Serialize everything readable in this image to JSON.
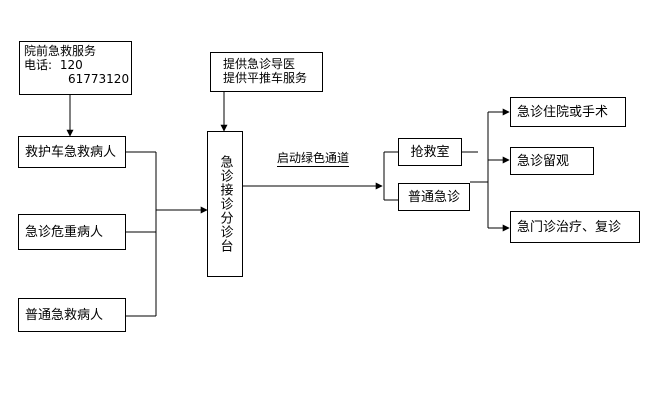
{
  "diagram": {
    "prehospital": {
      "title": "院前急救服务",
      "phone_label": "电话:",
      "phone_1": "120",
      "phone_2": "61773120"
    },
    "guide_service": {
      "line_1": "提供急诊导医",
      "line_2": "提供平推车服务"
    },
    "sources": [
      "救护车急救病人",
      "急诊危重病人",
      "普通急救病人"
    ],
    "triage_desk": "急诊接诊分诊台",
    "green_channel": "启动绿色通道",
    "rooms": {
      "rescue_room": "抢救室",
      "general_emergency": "普通急诊"
    },
    "outcomes": [
      "急诊住院或手术",
      "急诊留观",
      "急门诊治疗、复诊"
    ]
  }
}
